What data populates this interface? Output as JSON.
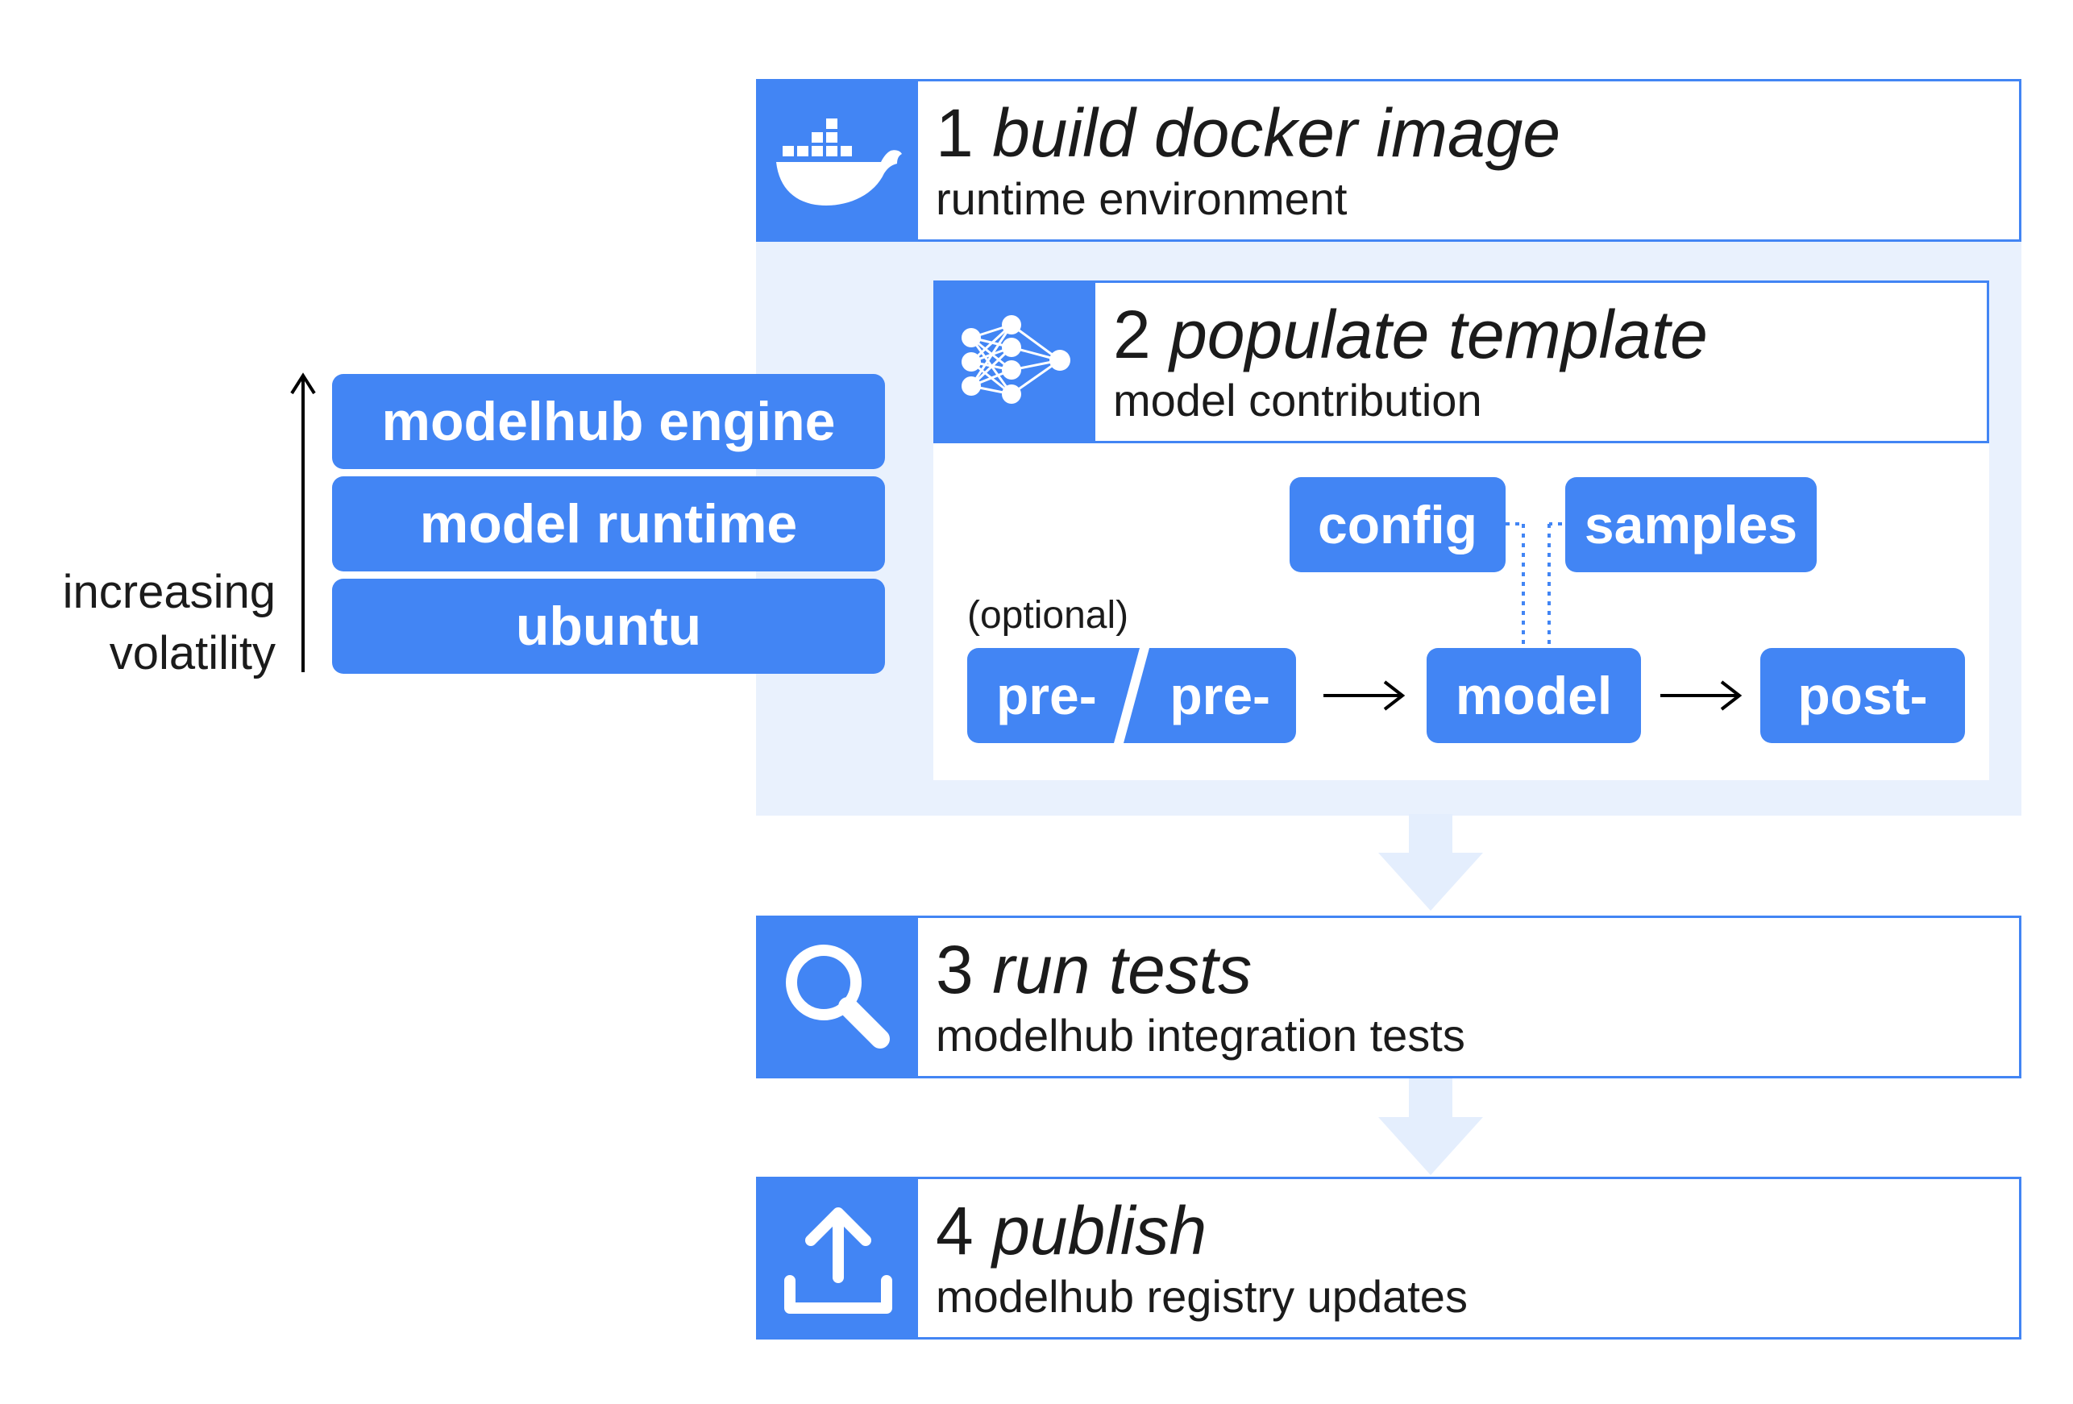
{
  "stack": {
    "layers": [
      "modelhub engine",
      "model runtime",
      "ubuntu"
    ],
    "axis_label_line1": "increasing",
    "axis_label_line2": "volatility"
  },
  "steps": [
    {
      "number": "1",
      "title": "build docker image",
      "subtitle": "runtime environment",
      "icon": "docker-whale-icon"
    },
    {
      "number": "2",
      "title": "populate template",
      "subtitle": "model contribution",
      "icon": "neural-network-icon"
    },
    {
      "number": "3",
      "title": "run tests",
      "subtitle": "modelhub integration tests",
      "icon": "magnifier-icon"
    },
    {
      "number": "4",
      "title": "publish",
      "subtitle": "modelhub registry updates",
      "icon": "upload-icon"
    }
  ],
  "pipeline": {
    "config": "config",
    "samples": "samples",
    "optional_note": "(optional)",
    "pre_left": "pre-",
    "pre_right": "pre-",
    "model": "model",
    "post": "post-"
  },
  "colors": {
    "accent": "#4285f4",
    "panel": "#e9f1fd",
    "flow_arrow": "#e4eefd"
  }
}
